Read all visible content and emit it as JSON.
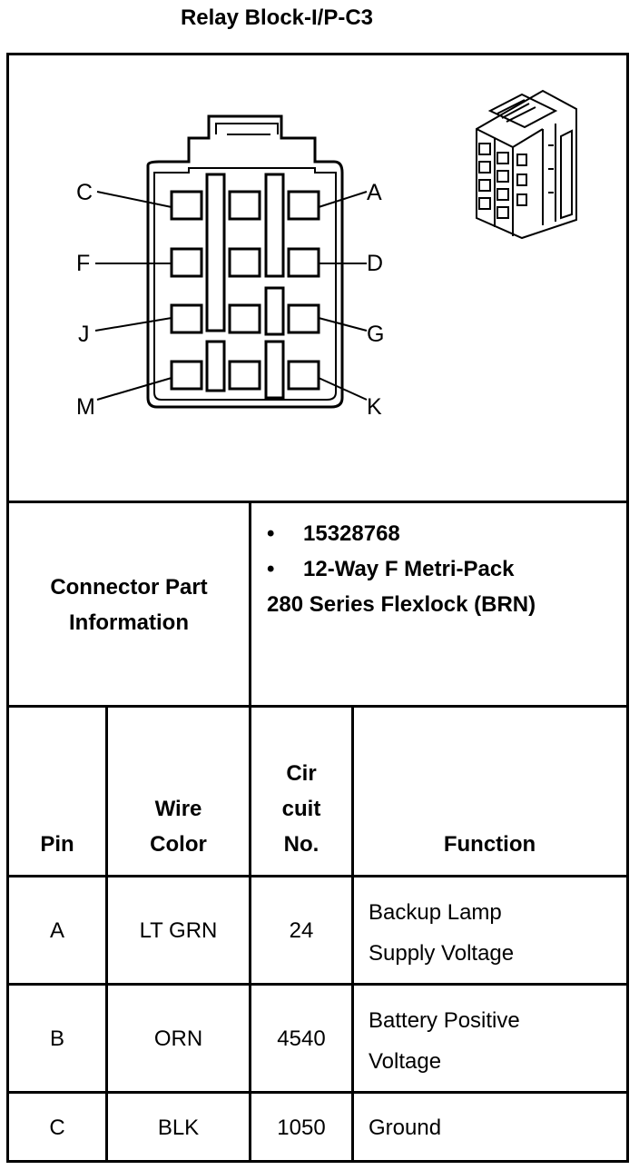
{
  "title": "Relay Block-I/P-C3",
  "diagram": {
    "pin_labels": {
      "C": "C",
      "A": "A",
      "F": "F",
      "D": "D",
      "J": "J",
      "G": "G",
      "M": "M",
      "K": "K"
    }
  },
  "connector_info": {
    "label_line1": "Connector Part",
    "label_line2": "Information",
    "bullet": "•",
    "part_number": "15328768",
    "desc_line1": "12-Way F Metri-Pack",
    "desc_line2": "280 Series Flexlock (BRN)"
  },
  "table": {
    "headers": {
      "pin": "Pin",
      "wire_color_1": "Wire",
      "wire_color_2": "Color",
      "circuit_1": "Cir",
      "circuit_2": "cuit",
      "circuit_3": "No.",
      "function": "Function"
    },
    "rows": [
      {
        "pin": "A",
        "wire": "LT GRN",
        "circuit": "24",
        "function_1": "Backup Lamp",
        "function_2": "Supply Voltage"
      },
      {
        "pin": "B",
        "wire": "ORN",
        "circuit": "4540",
        "function_1": "Battery Positive",
        "function_2": "Voltage"
      },
      {
        "pin": "C",
        "wire": "BLK",
        "circuit": "1050",
        "function_1": "Ground",
        "function_2": ""
      }
    ]
  }
}
